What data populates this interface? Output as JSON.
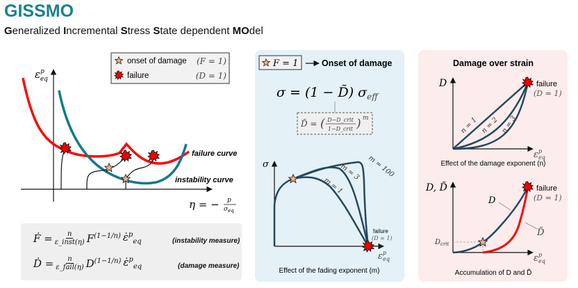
{
  "header": {
    "title": "GISSMO",
    "subtitle_parts": [
      {
        "text": "G",
        "bold": true
      },
      {
        "text": "eneralized ",
        "bold": false
      },
      {
        "text": "I",
        "bold": true
      },
      {
        "text": "ncremental ",
        "bold": false
      },
      {
        "text": "S",
        "bold": true
      },
      {
        "text": "tress ",
        "bold": false
      },
      {
        "text": "S",
        "bold": true
      },
      {
        "text": "tate dependent ",
        "bold": false
      },
      {
        "text": "MO",
        "bold": true
      },
      {
        "text": "del",
        "bold": false
      }
    ]
  },
  "left_chart": {
    "legend": {
      "onset_label": "onset of damage",
      "onset_cond": "(F = 1)",
      "failure_label": "failure",
      "failure_cond": "(D = 1)"
    },
    "y_label": "ε",
    "y_label_sup": "p",
    "y_label_sub": "eq",
    "x_label": "η = −",
    "x_label_num": "p",
    "x_label_den": "σ",
    "x_label_den_sub": "eq",
    "failure_curve_label": "failure curve",
    "instability_curve_label": "instability curve"
  },
  "formulas": {
    "f_lhs": "Ḟ =",
    "f_num": "n",
    "f_den": "ε_inst(η)",
    "f_base": "F",
    "f_exp": "(1−1/n)",
    "f_rate": "ε̇",
    "f_rate_sup": "p",
    "f_rate_sub": "eq",
    "f_note": "(instability measure)",
    "d_lhs": "Ḋ =",
    "d_num": "n",
    "d_den": "ε_fail(η)",
    "d_base": "D",
    "d_exp": "(1−1/n)",
    "d_rate": "ε̇",
    "d_rate_sup": "p",
    "d_rate_sub": "eq",
    "d_note": "(damage measure)"
  },
  "middle_panel": {
    "badge": "F = 1",
    "heading": "Onset of damage",
    "main_equation": "σ = (1 − D̃) σ",
    "main_equation_sub": "eff",
    "dtilde_lhs": "D̃ =",
    "dtilde_num": "D−D_crit",
    "dtilde_den": "1−D_crit",
    "dtilde_exp": "m",
    "y_label": "σ",
    "x_label": "ε",
    "x_label_sup": "p",
    "x_label_sub": "eq",
    "curve_labels": [
      "m = 100",
      "m = 3",
      "m = 1"
    ],
    "failure_label": "failure",
    "failure_cond": "(D = 1)",
    "caption": "Effect of the fading exponent (m)"
  },
  "right_panel": {
    "heading": "Damage over strain",
    "top_chart": {
      "y_label": "D",
      "x_label": "ε",
      "x_label_sup": "p",
      "x_label_sub": "eq",
      "curve_labels": [
        "n = 1",
        "n = 2",
        "n = 3"
      ],
      "failure_label": "failure",
      "failure_cond": "(D = 1)",
      "caption": "Effect of the damage exponent (n)"
    },
    "bottom_chart": {
      "y_label": "D, D̃",
      "x_label": "ε",
      "x_label_sup": "p",
      "x_label_sub": "eq",
      "d_label": "D",
      "dtilde_label": "D̃",
      "dcrit_label": "D",
      "dcrit_sub": "crit",
      "failure_label": "failure",
      "failure_cond": "(D = 1)",
      "caption": "Accumulation of D and D̃"
    }
  },
  "colors": {
    "title": "#1a8190",
    "teal_curve": "#137a8a",
    "dark_curve": "#24495e",
    "red": "#ff0000",
    "star": "#f4b183",
    "mid_bg": "#e4f1f6",
    "right_bg": "#fdecec"
  }
}
